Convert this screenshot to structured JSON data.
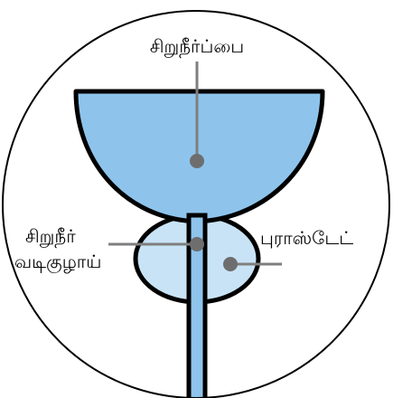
{
  "labels": {
    "bladder": "சிறுநீர்ப்பை",
    "urethra_line1": "சிறுநீர்",
    "urethra_line2": "வடிகுழாய்",
    "prostate": "புராஸ்டேட்"
  },
  "colors": {
    "bladder_fill": "#8ec4ec",
    "prostate_fill": "#c9e3f6",
    "outline": "#000000",
    "leader": "#7f7f7f",
    "marker": "#6e6e6e",
    "background": "#ffffff"
  }
}
